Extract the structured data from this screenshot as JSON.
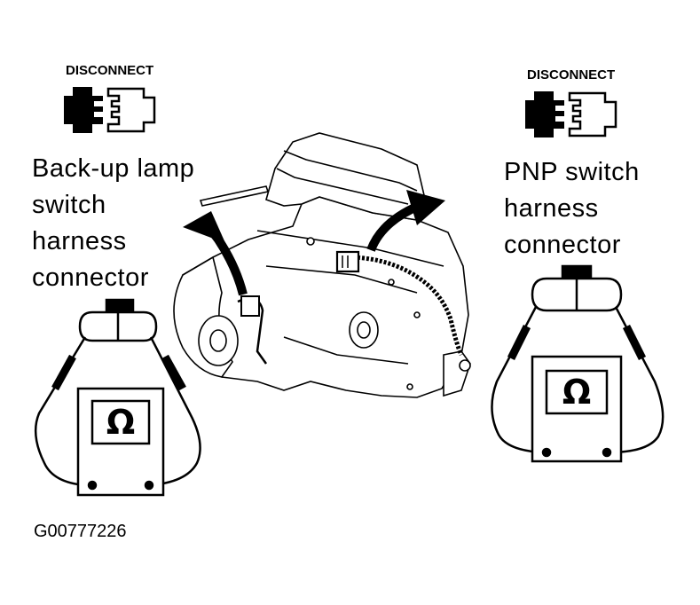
{
  "left_panel": {
    "disconnect_label": "DISCONNECT",
    "label_lines": [
      "Back-up lamp",
      "switch",
      "harness",
      "connector"
    ]
  },
  "right_panel": {
    "disconnect_label": "DISCONNECT",
    "label_lines": [
      "PNP switch",
      "harness",
      "connector"
    ]
  },
  "ohm_symbol": "Ω",
  "figure_id": "G00777226"
}
